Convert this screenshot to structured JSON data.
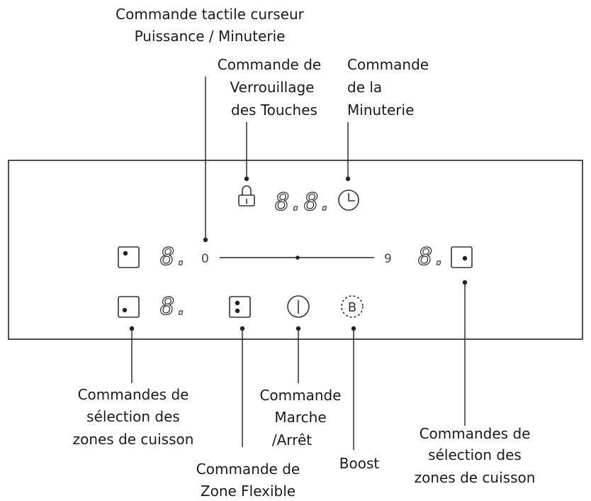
{
  "labels": {
    "slider_line1": "Commande tactile curseur",
    "slider_line2": "Puissance / Minuterie",
    "lock_line1": "Commande de",
    "lock_line2": "Verrouillage",
    "lock_line3": "des Touches",
    "timer_line1": "Commande",
    "timer_line2": "de la",
    "timer_line3": "Minuterie",
    "zones_left_line1": "Commandes de",
    "zones_left_line2": "sélection des",
    "zones_left_line3": "zones de cuisson",
    "flex_line1": "Commande de",
    "flex_line2": "Zone Flexible",
    "onoff_line1": "Commande",
    "onoff_line2": "Marche",
    "onoff_line3": "/Arrêt",
    "boost": "Boost",
    "zones_right_line1": "Commandes de",
    "zones_right_line2": "sélection des",
    "zones_right_line3": "zones de cuisson"
  },
  "panel": {
    "slider_min": "0",
    "slider_max": "9",
    "timer_display": "8.8.",
    "zone_display": "8.",
    "boost_symbol": "B"
  },
  "icons": {
    "lock": "lock-icon",
    "clock": "clock-icon",
    "power": "power-icon",
    "boost": "boost-icon",
    "zone": "zone-select-icon",
    "flex": "flex-zone-icon"
  }
}
